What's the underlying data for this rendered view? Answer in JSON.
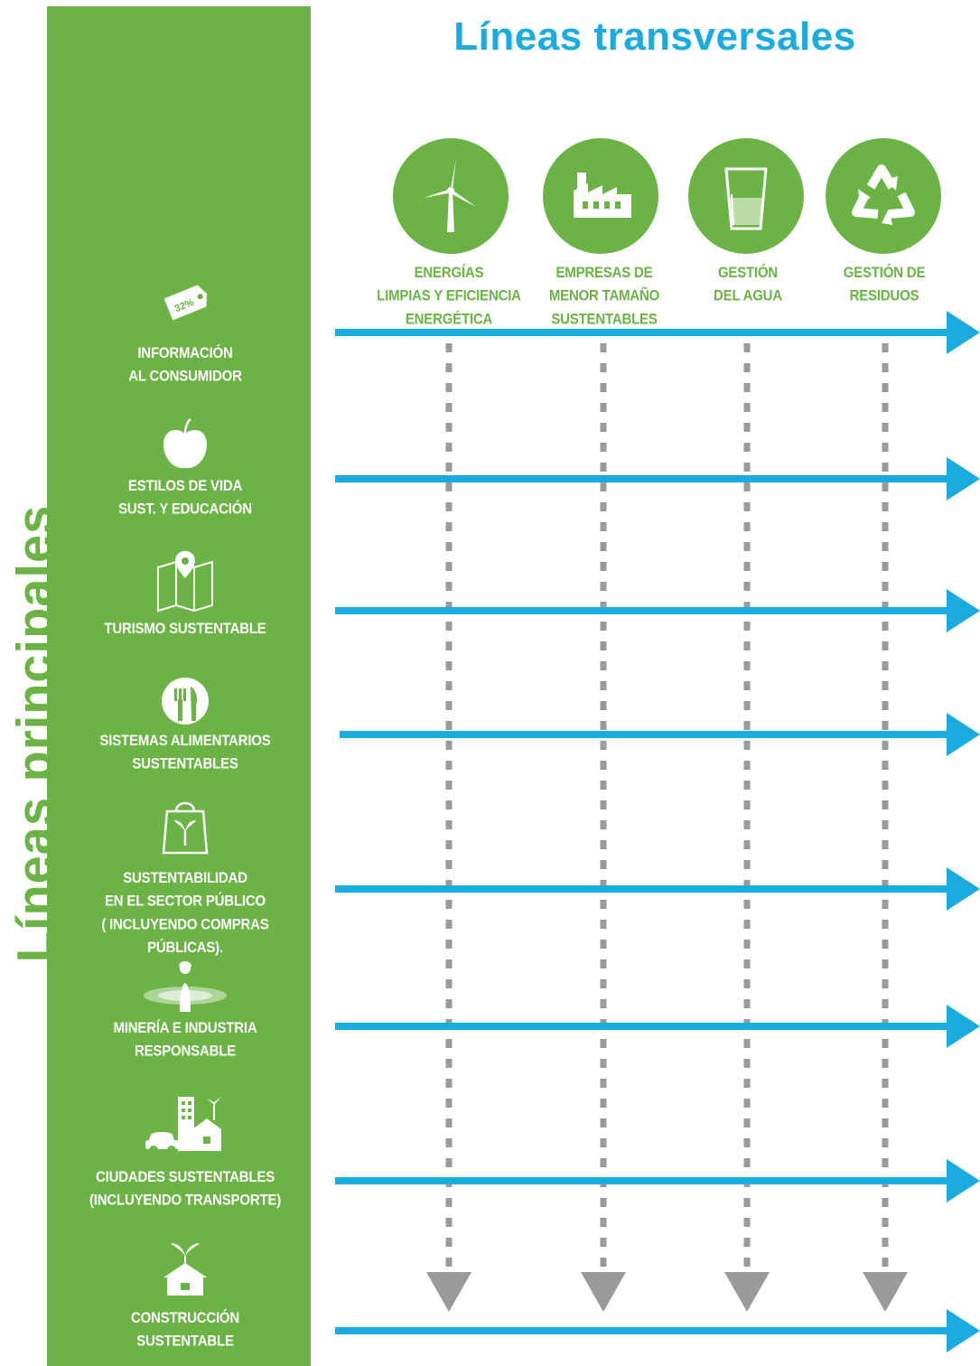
{
  "title_vertical": "Líneas principales",
  "title_main": "Líneas transversales",
  "colors": {
    "green": "#6ab344",
    "blue": "#1aabe0",
    "gray": "#9a9a9a",
    "white": "#ffffff"
  },
  "transversal": [
    {
      "icon": "wind-turbine-icon",
      "lines": [
        "ENERGÍAS",
        "LIMPIAS Y EFICIENCIA",
        "ENERGÉTICA"
      ]
    },
    {
      "icon": "factory-icon",
      "lines": [
        "EMPRESAS DE",
        "MENOR TAMAÑO",
        "SUSTENTABLES"
      ]
    },
    {
      "icon": "water-glass-icon",
      "lines": [
        "GESTIÓN",
        "DEL AGUA"
      ]
    },
    {
      "icon": "recycle-icon",
      "lines": [
        "GESTIÓN DE",
        "RESIDUOS"
      ]
    }
  ],
  "principal": [
    {
      "icon": "price-tag-icon",
      "tag_text": "32%",
      "lines": [
        "INFORMACIÓN",
        "AL CONSUMIDOR"
      ]
    },
    {
      "icon": "apple-icon",
      "lines": [
        "ESTILOS DE VIDA",
        "SUST. Y EDUCACIÓN"
      ]
    },
    {
      "icon": "map-pin-icon",
      "lines": [
        "TURISMO SUSTENTABLE"
      ]
    },
    {
      "icon": "fork-knife-icon",
      "lines": [
        "SISTEMAS ALIMENTARIOS",
        "SUSTENTABLES"
      ]
    },
    {
      "icon": "shopping-bag-icon",
      "lines": [
        "SUSTENTABILIDAD",
        "EN EL SECTOR PÚBLICO",
        "( INCLUYENDO COMPRAS PÚBLICAS)."
      ]
    },
    {
      "icon": "mining-worker-icon",
      "lines": [
        "MINERÍA E INDUSTRIA",
        "RESPONSABLE"
      ]
    },
    {
      "icon": "city-icon",
      "lines": [
        "CIUDADES SUSTENTABLES",
        "(INCLUYENDO TRANSPORTE)"
      ]
    },
    {
      "icon": "sprout-house-icon",
      "lines": [
        "CONSTRUCCIÓN",
        "SUSTENTABLE"
      ]
    }
  ]
}
